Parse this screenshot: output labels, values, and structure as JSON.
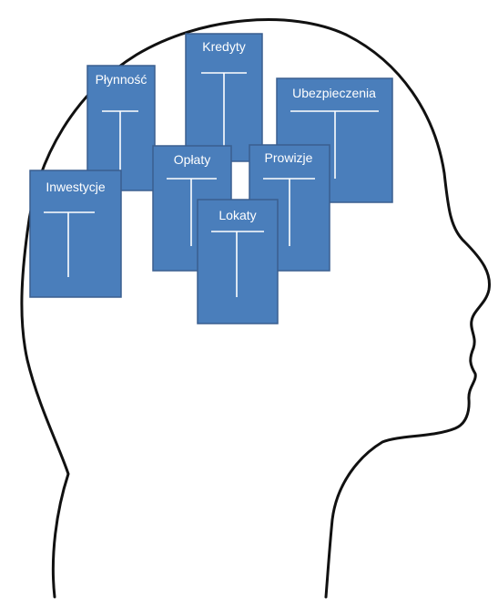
{
  "cards": [
    {
      "id": "plynnosc",
      "label": "Płynność"
    },
    {
      "id": "kredyty",
      "label": "Kredyty"
    },
    {
      "id": "ubezpieczenia",
      "label": "Ubezpieczenia"
    },
    {
      "id": "inwestycje",
      "label": "Inwestycje"
    },
    {
      "id": "oplaty",
      "label": "Opłaty"
    },
    {
      "id": "prowizje",
      "label": "Prowizje"
    },
    {
      "id": "lokaty",
      "label": "Lokaty"
    }
  ],
  "colors": {
    "card_fill": "#4a7ebb",
    "card_border": "#3a5f8f",
    "text": "#ffffff",
    "outline": "#111111"
  }
}
